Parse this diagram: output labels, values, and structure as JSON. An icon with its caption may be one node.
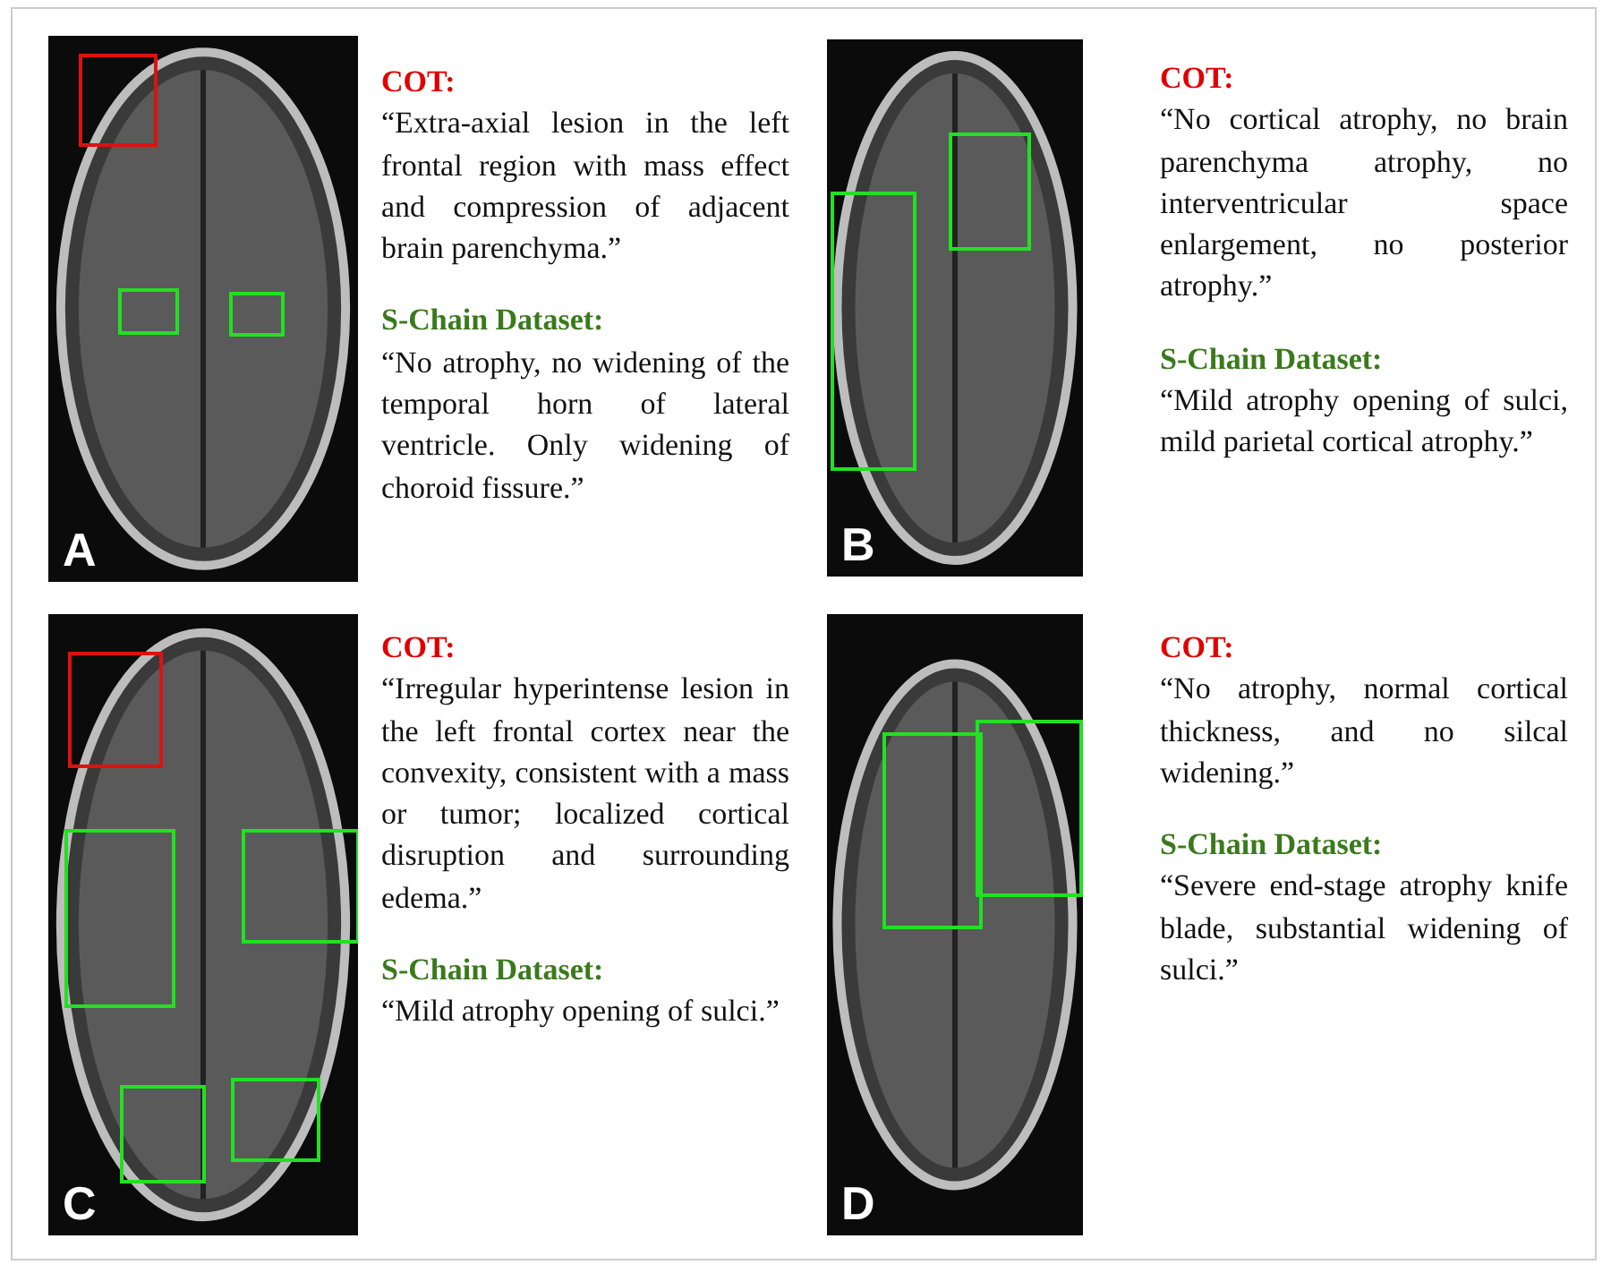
{
  "diagram": {
    "nodes": [
      {
        "text": [
          "A"
        ],
        "beside": [
          "COT:",
          "“Extra-axial lesion in the left frontal region with mass effect and compression of adjacent brain parenchyma.”",
          "S-Chain Dataset:",
          "“No atrophy, no widening of the temporal horn of lateral ventricle. Only widening of choroid fissure.”"
        ]
      },
      {
        "text": [
          "B"
        ],
        "beside": [
          "COT:",
          "“No cortical atrophy, no brain parenchyma atrophy, no interventricular space enlargement, no posterior atrophy.”",
          "S-Chain Dataset:",
          "“Mild atrophy opening of sulci, mild parietal cortical atrophy.”"
        ]
      },
      {
        "text": [
          "C"
        ],
        "beside": [
          "COT:",
          "“Irregular hyperintense lesion in the left frontal cortex near the convexity, consistent with a mass or tumor; localized cortical disruption and surrounding edema.”",
          "S-Chain Dataset:",
          "“Mild atrophy opening of sulci.”"
        ]
      },
      {
        "text": [
          "D"
        ],
        "beside": [
          "COT:",
          "“No atrophy, normal cortical thickness, and no silcal widening.”",
          "S-Chain Dataset:",
          "“Severe end-stage atrophy knife blade, substantial widening of sulci.”"
        ]
      }
    ]
  }
}
